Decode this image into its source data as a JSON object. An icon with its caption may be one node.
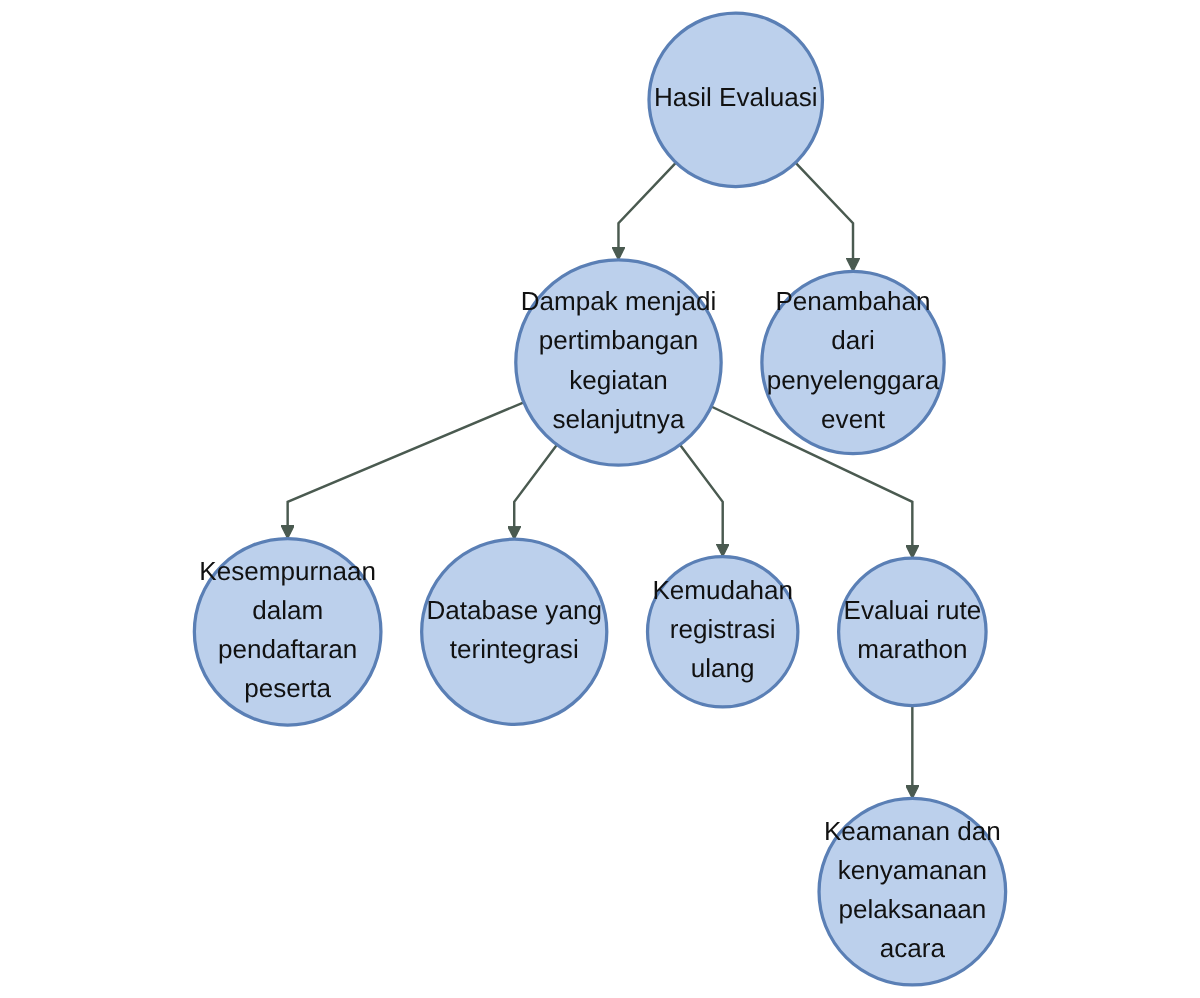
{
  "diagram": {
    "nodes": [
      {
        "text": [
          "Hasil Evaluasi"
        ]
      },
      {
        "text": [
          "Dampak menjadi pertimbangan kegiatan selanjutnya"
        ]
      },
      {
        "text": [
          "Penambahan dari penyelenggara event"
        ]
      },
      {
        "text": [
          "Kesempurnaan dalam pendaftaran peserta"
        ]
      },
      {
        "text": [
          "Database yang terintegrasi"
        ]
      },
      {
        "text": [
          "Kemudahan registrasi ulang"
        ]
      },
      {
        "text": [
          "Evaluai rute marathon"
        ]
      },
      {
        "text": [
          "Keamanan dan kenyamanan pelaksanaan acara"
        ]
      }
    ],
    "edges": [
      {
        "from": 0,
        "to": 1,
        "arrow": "to"
      },
      {
        "from": 0,
        "to": 2,
        "arrow": "to"
      },
      {
        "from": 1,
        "to": 3,
        "arrow": "to"
      },
      {
        "from": 1,
        "to": 4,
        "arrow": "to"
      },
      {
        "from": 1,
        "to": 5,
        "arrow": "to"
      },
      {
        "from": 1,
        "to": 6,
        "arrow": "to"
      },
      {
        "from": 6,
        "to": 7,
        "arrow": "to"
      }
    ]
  }
}
